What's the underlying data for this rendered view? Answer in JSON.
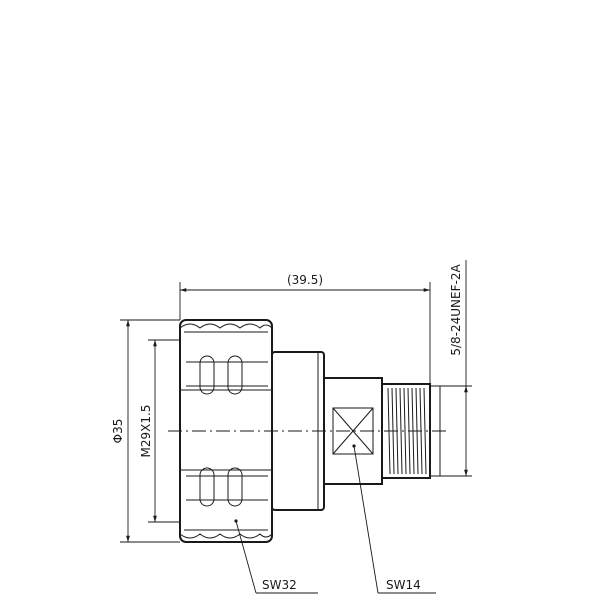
{
  "drawing": {
    "title": "",
    "dimensions": {
      "overall_length": "(39.5)",
      "outer_diameter": "Φ35",
      "body_thread": "M29X1.5",
      "connector_thread": "5/8-24UNEF-2A"
    },
    "callouts": {
      "large_wrench": "SW32",
      "small_wrench": "SW14"
    }
  }
}
